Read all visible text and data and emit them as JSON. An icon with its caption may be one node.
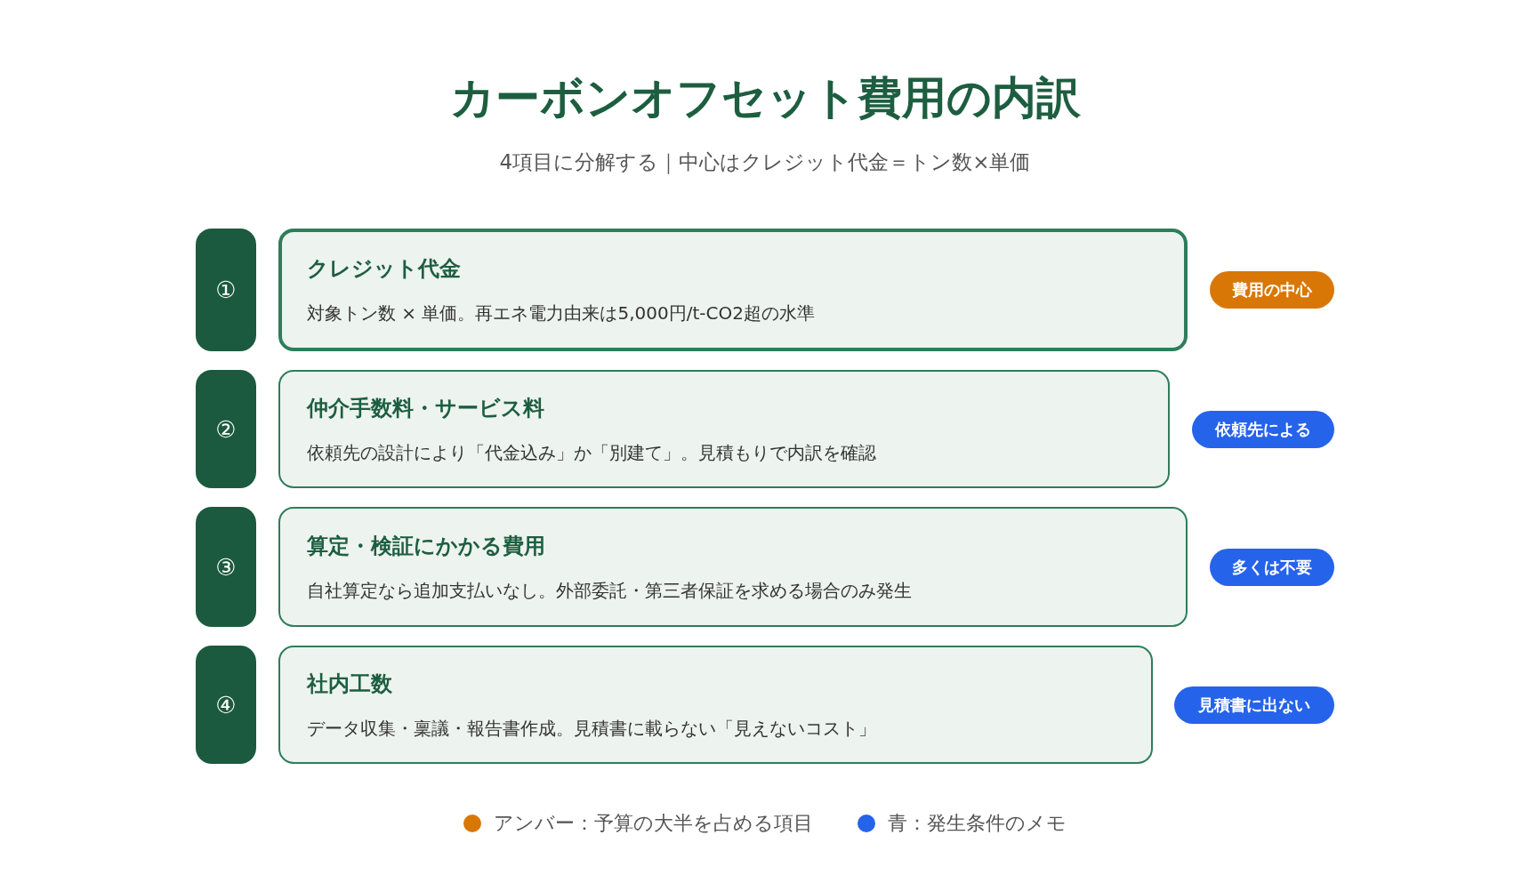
{
  "diagram": {
    "title": "カーボンオフセット費用の内訳",
    "nodes": [
      {
        "text": [
          "①"
        ]
      },
      {
        "text": [
          "クレジット代金",
          "対象トン数 × 単価。再エネ電力由来は5,000円/t-CO2超の水準"
        ]
      },
      {
        "text": [
          "費用の中心"
        ]
      },
      {
        "text": [
          "②"
        ]
      },
      {
        "text": [
          "仲介手数料・サービス料",
          "依頼先の設計により「代金込み」か「別建て」。見積もりで内訳を確認"
        ]
      },
      {
        "text": [
          "依頼先による"
        ]
      },
      {
        "text": [
          "③"
        ]
      },
      {
        "text": [
          "算定・検証にかかる費用",
          "自社算定なら追加支払いなし。外部委託・第三者保証を求める場合のみ発生"
        ]
      },
      {
        "text": [
          "多くは不要"
        ]
      },
      {
        "text": [
          "④"
        ]
      },
      {
        "text": [
          "社内工数",
          "データ収集・稟議・報告書作成。見積書に載らない「見えないコスト」"
        ]
      },
      {
        "text": [
          "見積書に出ない"
        ]
      }
    ],
    "labels": [
      "4項目に分解する｜中心はクレジット代金＝トン数×単価"
    ],
    "legend": [
      {
        "text": "アンバー：予算の大半を占める項目",
        "color": "#d97706"
      },
      {
        "text": "青：発生条件のメモ",
        "color": "#2563eb"
      }
    ]
  }
}
